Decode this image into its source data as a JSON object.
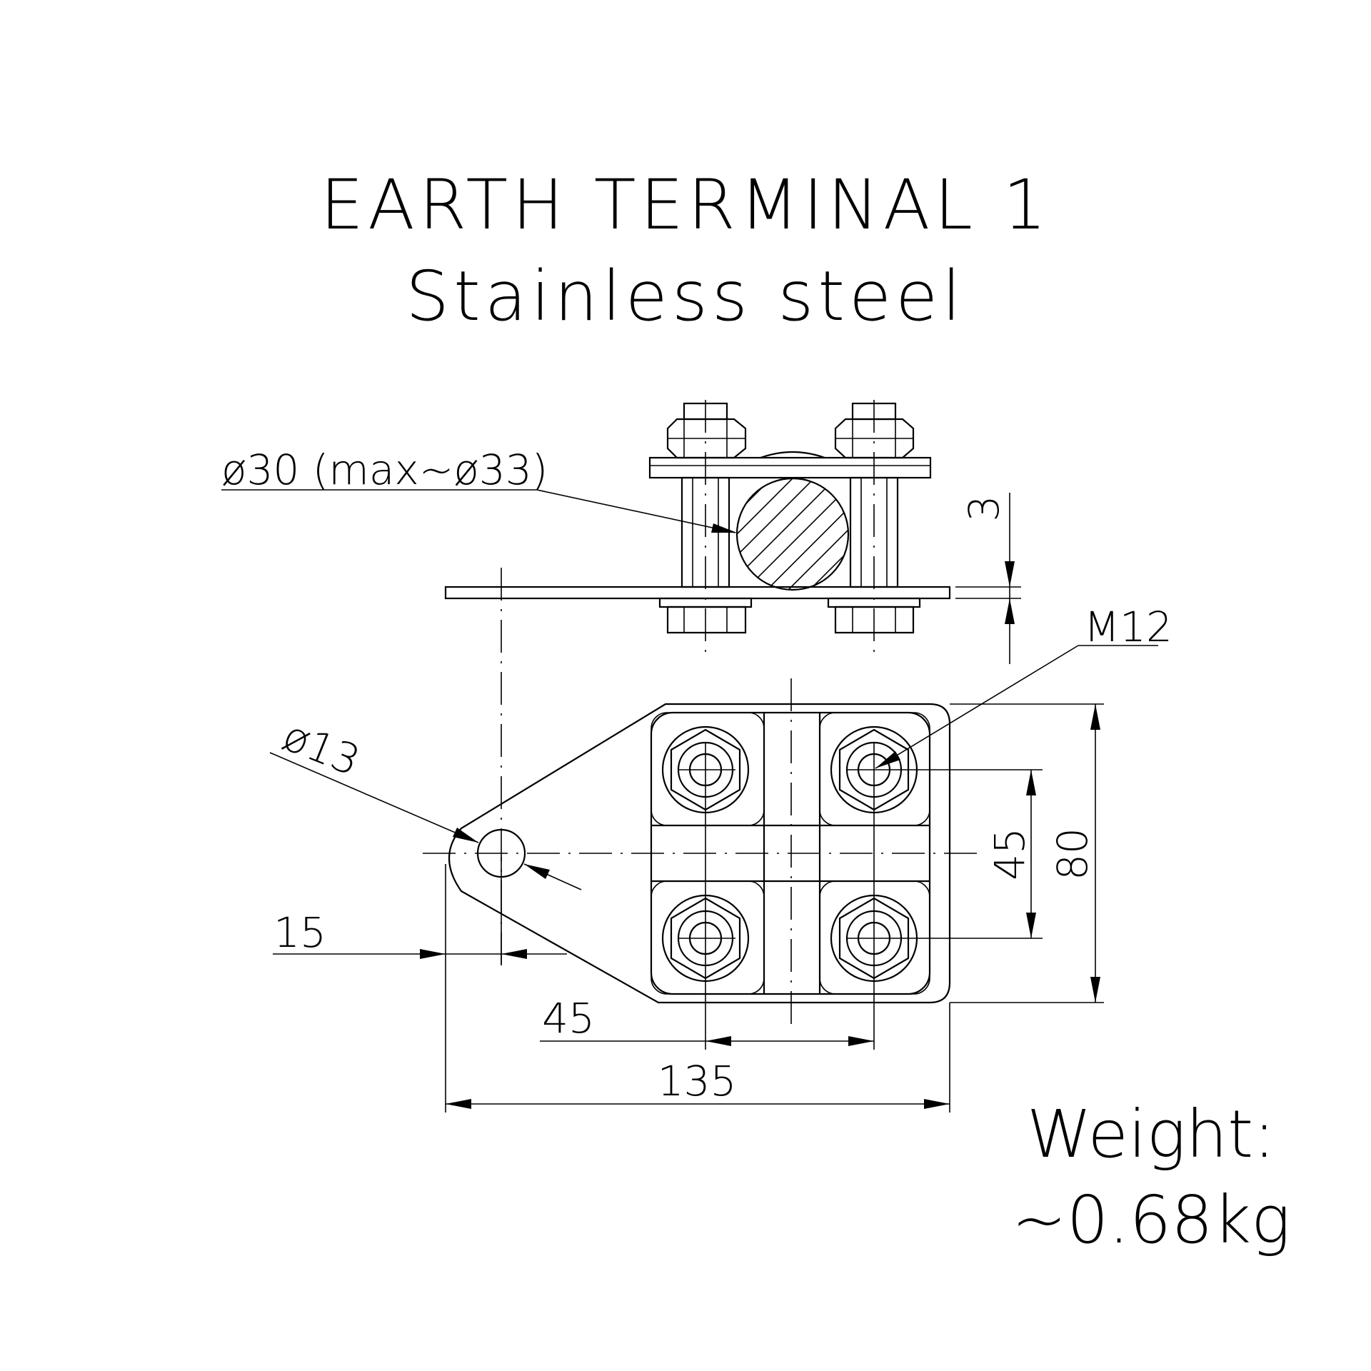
{
  "title": "EARTH TERMINAL 1",
  "subtitle": "Stainless steel",
  "dimensions": {
    "rod_diameter": "ø30 (max~ø33)",
    "plate_thickness": "3",
    "thread": "M12",
    "hole_diameter": "ø13",
    "hole_offset": "15",
    "bolt_pitch_vertical": "45",
    "plate_height": "80",
    "bolt_pitch_horizontal": "45",
    "overall_length": "135"
  },
  "weight": {
    "label": "Weight:",
    "value": "~0.68kg"
  }
}
